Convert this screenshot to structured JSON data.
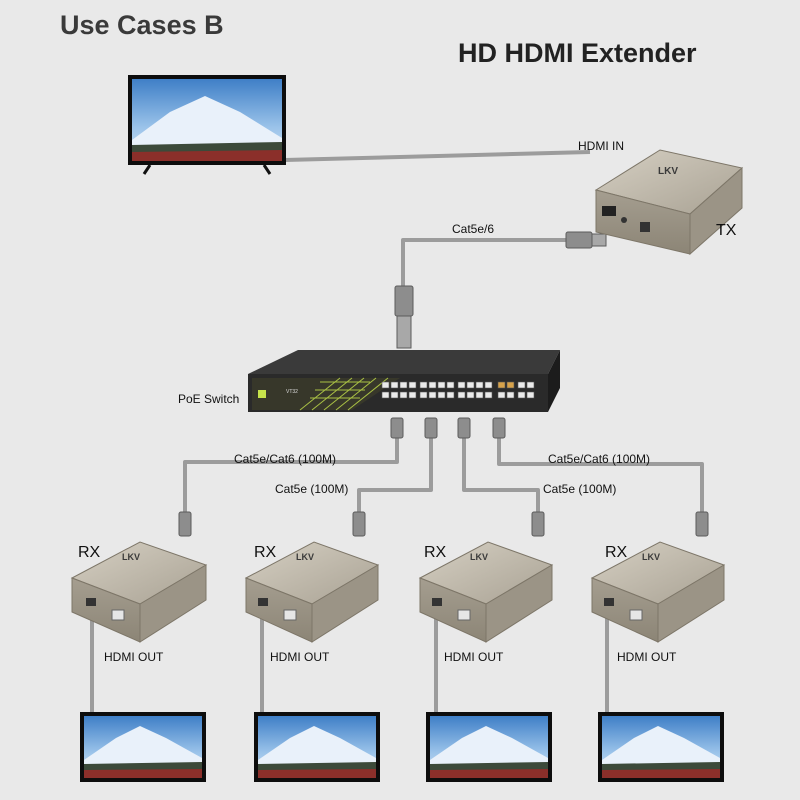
{
  "header": {
    "use_cases": "Use Cases B",
    "product": "HD HDMI Extender"
  },
  "labels": {
    "hdmi_in": "HDMI IN",
    "tx": "TX",
    "cat5e6": "Cat5e/6",
    "poe_switch": "PoE Switch",
    "cat_left": "Cat5e/Cat6 (100M)",
    "cat_right": "Cat5e/Cat6 (100M)",
    "cat5e_left": "Cat5e (100M)",
    "cat5e_right": "Cat5e (100M)",
    "rx": [
      "RX",
      "RX",
      "RX",
      "RX"
    ],
    "hdmi_out": [
      "HDMI OUT",
      "HDMI OUT",
      "HDMI OUT",
      "HDMI OUT"
    ],
    "device_brand": "LKV",
    "switch_model": "VT32"
  },
  "colors": {
    "cable": "#9a9a9a",
    "device_body": "#b9b2a3",
    "switch_body": "#2b2b2b",
    "accent": "#c6e34b"
  }
}
